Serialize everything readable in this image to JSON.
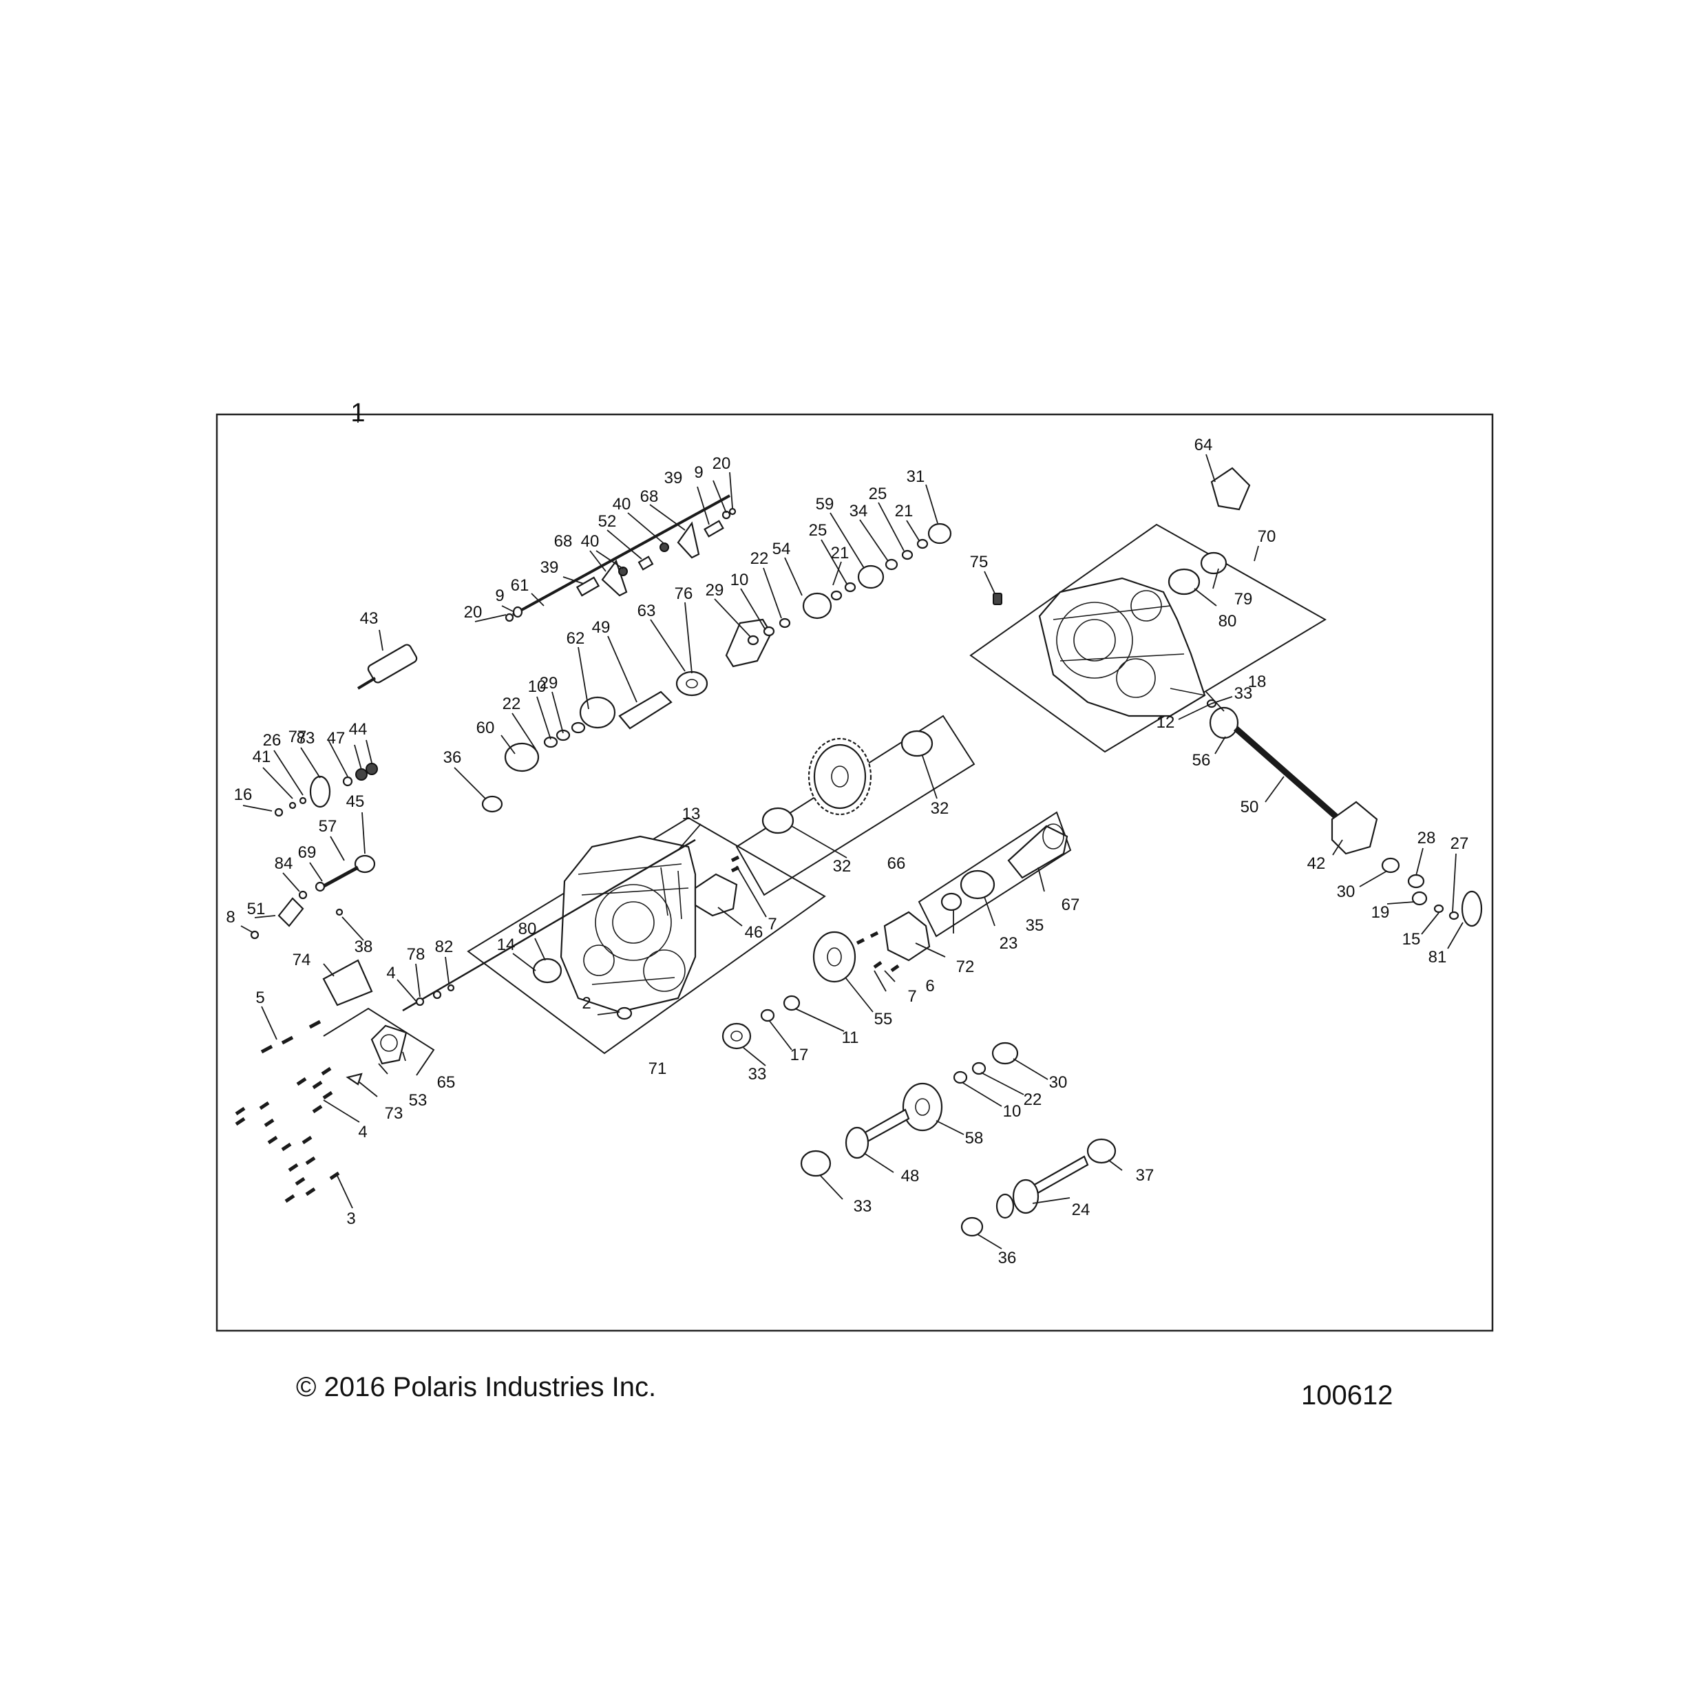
{
  "frame_label": "1",
  "footer": {
    "copyright": "© 2016 Polaris Industries Inc.",
    "figure_id": "100612"
  },
  "callouts": [
    {
      "id": "c43",
      "text": "43"
    },
    {
      "id": "c20a",
      "text": "20"
    },
    {
      "id": "c9a",
      "text": "9"
    },
    {
      "id": "c61",
      "text": "61"
    },
    {
      "id": "c39a",
      "text": "39"
    },
    {
      "id": "c68a",
      "text": "68"
    },
    {
      "id": "c40a",
      "text": "40"
    },
    {
      "id": "c52",
      "text": "52"
    },
    {
      "id": "c40b",
      "text": "40"
    },
    {
      "id": "c68b",
      "text": "68"
    },
    {
      "id": "c39b",
      "text": "39"
    },
    {
      "id": "c9b",
      "text": "9"
    },
    {
      "id": "c20b",
      "text": "20"
    },
    {
      "id": "c59",
      "text": "59"
    },
    {
      "id": "c34",
      "text": "34"
    },
    {
      "id": "c25a",
      "text": "25"
    },
    {
      "id": "c21a",
      "text": "21"
    },
    {
      "id": "c31",
      "text": "31"
    },
    {
      "id": "c25b",
      "text": "25"
    },
    {
      "id": "c21b",
      "text": "21"
    },
    {
      "id": "c54",
      "text": "54"
    },
    {
      "id": "c22a",
      "text": "22"
    },
    {
      "id": "c10a",
      "text": "10"
    },
    {
      "id": "c29a",
      "text": "29"
    },
    {
      "id": "c76",
      "text": "76"
    },
    {
      "id": "c63",
      "text": "63"
    },
    {
      "id": "c49",
      "text": "49"
    },
    {
      "id": "c62",
      "text": "62"
    },
    {
      "id": "c29b",
      "text": "29"
    },
    {
      "id": "c10b",
      "text": "10"
    },
    {
      "id": "c22b",
      "text": "22"
    },
    {
      "id": "c60",
      "text": "60"
    },
    {
      "id": "c36a",
      "text": "36"
    },
    {
      "id": "c64",
      "text": "64"
    },
    {
      "id": "c70",
      "text": "70"
    },
    {
      "id": "c75",
      "text": "75"
    },
    {
      "id": "c79",
      "text": "79"
    },
    {
      "id": "c80a",
      "text": "80"
    },
    {
      "id": "c18",
      "text": "18"
    },
    {
      "id": "c33a",
      "text": "33"
    },
    {
      "id": "c12",
      "text": "12"
    },
    {
      "id": "c56",
      "text": "56"
    },
    {
      "id": "c50",
      "text": "50"
    },
    {
      "id": "c83",
      "text": "83"
    },
    {
      "id": "c47",
      "text": "47"
    },
    {
      "id": "c44",
      "text": "44"
    },
    {
      "id": "c26",
      "text": "26"
    },
    {
      "id": "c77",
      "text": "77"
    },
    {
      "id": "c41",
      "text": "41"
    },
    {
      "id": "c16",
      "text": "16"
    },
    {
      "id": "c45",
      "text": "45"
    },
    {
      "id": "c57",
      "text": "57"
    },
    {
      "id": "c69",
      "text": "69"
    },
    {
      "id": "c84",
      "text": "84"
    },
    {
      "id": "c51",
      "text": "51"
    },
    {
      "id": "c8",
      "text": "8"
    },
    {
      "id": "c38",
      "text": "38"
    },
    {
      "id": "c32a",
      "text": "32"
    },
    {
      "id": "c32b",
      "text": "32"
    },
    {
      "id": "c66",
      "text": "66"
    },
    {
      "id": "c13",
      "text": "13"
    },
    {
      "id": "c7a",
      "text": "7"
    },
    {
      "id": "c46",
      "text": "46"
    },
    {
      "id": "c80b",
      "text": "80"
    },
    {
      "id": "c14",
      "text": "14"
    },
    {
      "id": "c2",
      "text": "2"
    },
    {
      "id": "c71",
      "text": "71"
    },
    {
      "id": "c74",
      "text": "74"
    },
    {
      "id": "c78",
      "text": "78"
    },
    {
      "id": "c82",
      "text": "82"
    },
    {
      "id": "c4a",
      "text": "4"
    },
    {
      "id": "c5",
      "text": "5"
    },
    {
      "id": "c65",
      "text": "65"
    },
    {
      "id": "c53",
      "text": "53"
    },
    {
      "id": "c73",
      "text": "73"
    },
    {
      "id": "c4b",
      "text": "4"
    },
    {
      "id": "c3",
      "text": "3"
    },
    {
      "id": "c67",
      "text": "67"
    },
    {
      "id": "c35",
      "text": "35"
    },
    {
      "id": "c23",
      "text": "23"
    },
    {
      "id": "c72",
      "text": "72"
    },
    {
      "id": "c6",
      "text": "6"
    },
    {
      "id": "c7b",
      "text": "7"
    },
    {
      "id": "c55",
      "text": "55"
    },
    {
      "id": "c11",
      "text": "11"
    },
    {
      "id": "c17",
      "text": "17"
    },
    {
      "id": "c33b",
      "text": "33"
    },
    {
      "id": "c42",
      "text": "42"
    },
    {
      "id": "c30a",
      "text": "30"
    },
    {
      "id": "c28",
      "text": "28"
    },
    {
      "id": "c19",
      "text": "19"
    },
    {
      "id": "c27",
      "text": "27"
    },
    {
      "id": "c15",
      "text": "15"
    },
    {
      "id": "c81",
      "text": "81"
    },
    {
      "id": "c30b",
      "text": "30"
    },
    {
      "id": "c22c",
      "text": "22"
    },
    {
      "id": "c10c",
      "text": "10"
    },
    {
      "id": "c58",
      "text": "58"
    },
    {
      "id": "c48",
      "text": "48"
    },
    {
      "id": "c33c",
      "text": "33"
    },
    {
      "id": "c37",
      "text": "37"
    },
    {
      "id": "c24",
      "text": "24"
    },
    {
      "id": "c36b",
      "text": "36"
    }
  ]
}
